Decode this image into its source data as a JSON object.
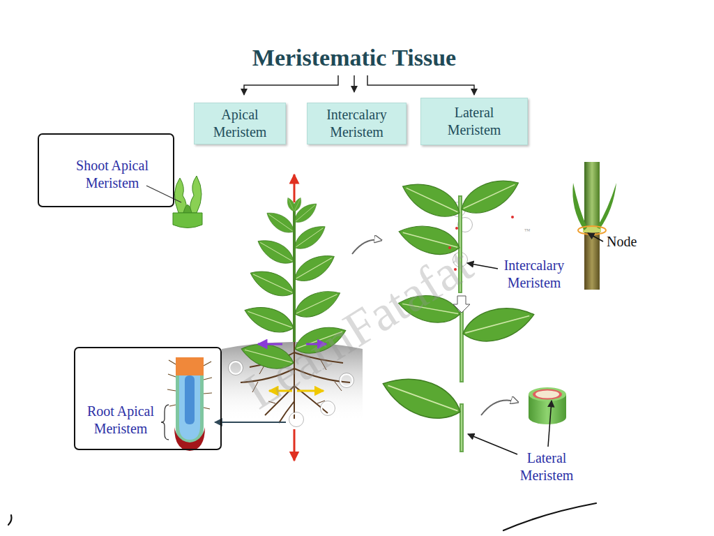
{
  "diagram": {
    "title": "Meristematic Tissue",
    "nodes": [
      {
        "text": [
          "Apical Meristem"
        ]
      },
      {
        "text": [
          "Intercalary Meristem"
        ]
      },
      {
        "text": [
          "Lateral Meristem"
        ]
      },
      {
        "text": [
          "Shoot Apical Meristem"
        ]
      },
      {
        "text": [
          "Root Apical Meristem"
        ]
      }
    ],
    "labels": [
      "Intercalary Meristem",
      "Node",
      "Lateral Meristem",
      "LearnFatafat",
      "™"
    ]
  }
}
